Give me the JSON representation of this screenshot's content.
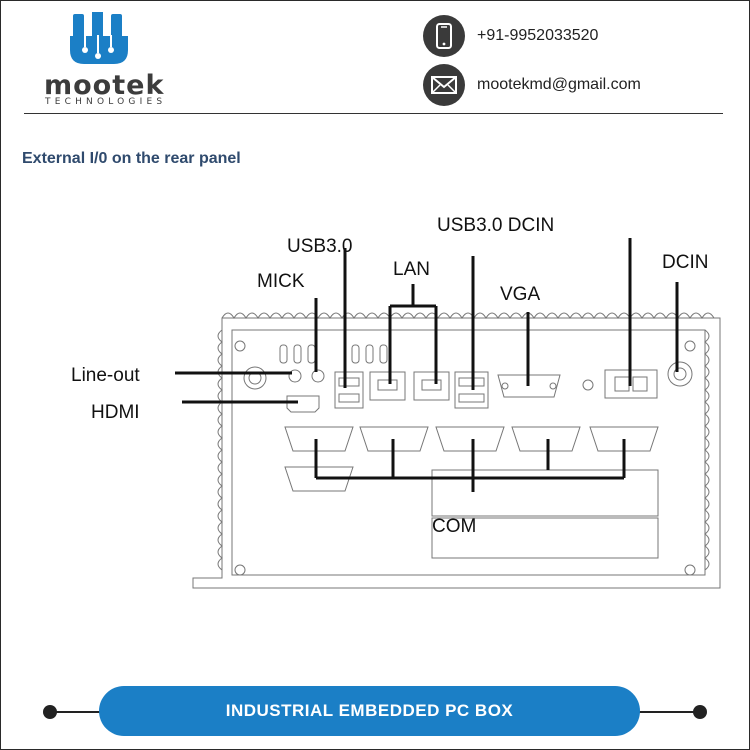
{
  "brand": {
    "name": "mootek",
    "tagline": "TECHNOLOGIES",
    "color": "#1b7fc6"
  },
  "contact": {
    "phone": "+91-9952033520",
    "email": "mootekmd@gmail.com",
    "phone_icon": "smartphone-icon",
    "email_icon": "envelope-icon"
  },
  "section_title": "External I/0 on the rear panel",
  "diagram": {
    "labels": {
      "usb30_left": "USB3.0",
      "usb30_dcin": "USB3.0 DCIN",
      "mick": "MICK",
      "lan": "LAN",
      "vga": "VGA",
      "dcin": "DCIN",
      "line_out": "Line-out",
      "hdmi": "HDMI",
      "com": "COM"
    }
  },
  "footer": {
    "title": "INDUSTRIAL EMBEDDED PC BOX"
  }
}
